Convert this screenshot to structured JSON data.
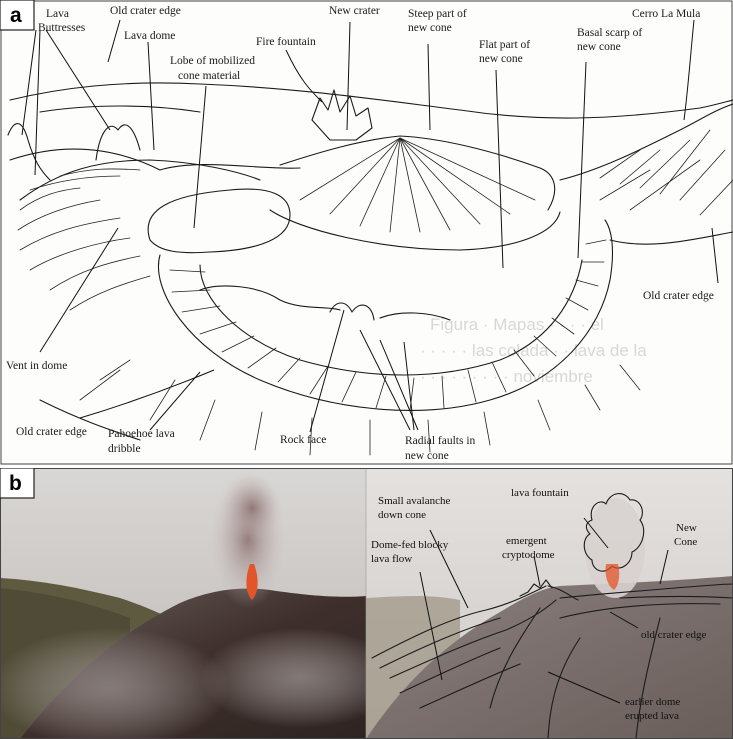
{
  "panel_a": {
    "letter": "a",
    "labels": {
      "lava_buttresses": [
        "Lava",
        "Buttresses"
      ],
      "old_crater_edge_top": "Old crater edge",
      "lava_dome": "Lava dome",
      "lobe": [
        "Lobe of mobilized",
        "cone material"
      ],
      "fire_fountain": "Fire fountain",
      "new_crater": "New crater",
      "steep_part": [
        "Steep part of",
        "new cone"
      ],
      "flat_part": [
        "Flat part of",
        "new cone"
      ],
      "basal_scarp": [
        "Basal scarp of",
        "new cone"
      ],
      "cerro_la_mula": "Cerro La Mula",
      "old_crater_edge_right": "Old crater edge",
      "vent_in_dome": "Vent in dome",
      "old_crater_edge_bottom": "Old crater edge",
      "pahoehoe": [
        "Pahoehoe lava",
        "dribble"
      ],
      "rock_face": "Rock face",
      "radial_faults": [
        "Radial faults in",
        "new cone"
      ]
    }
  },
  "panel_b": {
    "letter": "b",
    "labels": {
      "small_avalanche": [
        "Small avalanche",
        "down cone"
      ],
      "lava_fountain": "lava fountain",
      "new_cone": [
        "New",
        "Cone"
      ],
      "dome_fed": [
        "Dome-fed blocky",
        "lava flow"
      ],
      "emergent": [
        "emergent",
        "cryptodome"
      ],
      "old_crater_edge": "old crater edge",
      "earlier_dome": [
        "earlier dome",
        "erupted lava"
      ]
    },
    "colors": {
      "sky": "#d6d4d2",
      "steam": "#b7acab",
      "fountain": "#e2542a",
      "ground_dark": "#3e2f2c",
      "hillside": "#5d5a40"
    }
  }
}
